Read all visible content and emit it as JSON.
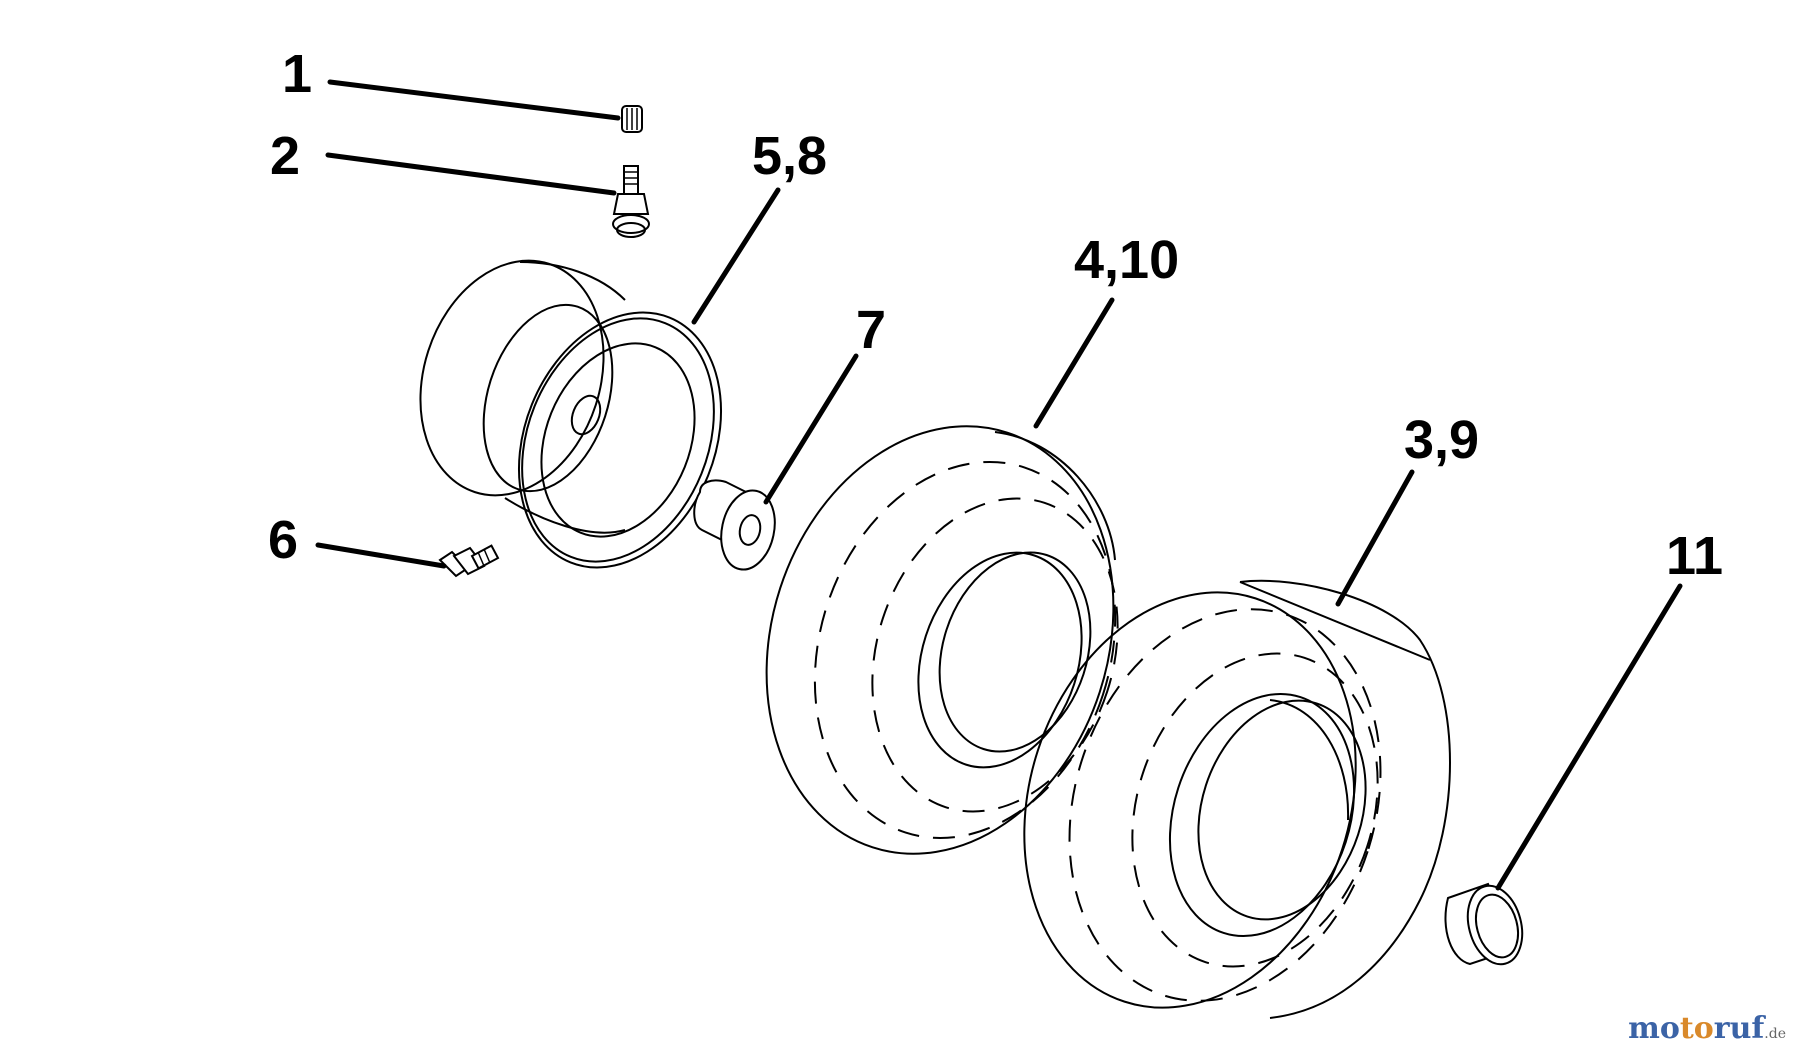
{
  "callouts": {
    "c1": "1",
    "c2": "2",
    "c58": "5,8",
    "c410": "4,10",
    "c7": "7",
    "c39": "3,9",
    "c6": "6",
    "c11": "11"
  },
  "watermark": {
    "part1": "mo",
    "part2": "to",
    "part3": "ruf",
    "tld": ".de"
  }
}
